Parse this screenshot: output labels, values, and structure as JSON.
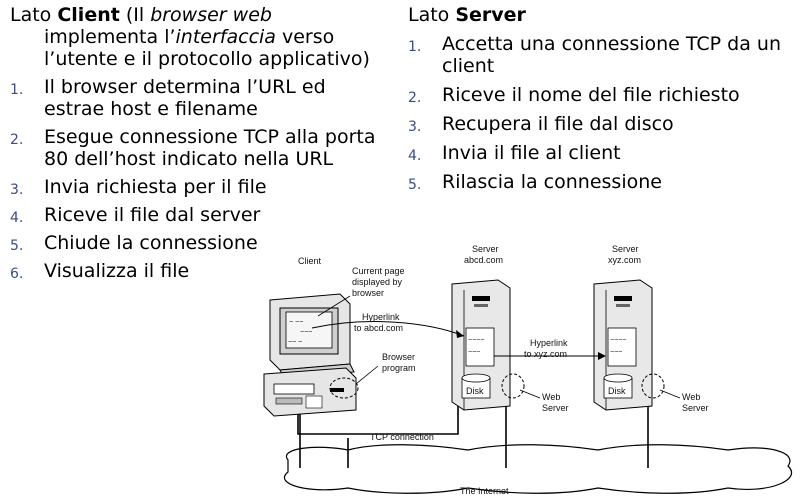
{
  "client": {
    "heading_prefix": "Lato ",
    "heading_bold": "Client",
    "heading_rest_1": " (Il ",
    "heading_italic_1": "browser web",
    "intro_1": "implementa l’",
    "intro_italic": "interfaccia",
    "intro_2": " verso",
    "intro_line_3": "l’utente e il protocollo applicativo)",
    "steps": [
      {
        "num": "1.",
        "line1": "Il browser determina l’URL ed",
        "line2": "estrae host e filename"
      },
      {
        "num": "2.",
        "line1": "Esegue connessione TCP alla porta",
        "line2": "80 dell’host indicato nella URL"
      },
      {
        "num": "3.",
        "line1": "Invia richiesta per il file",
        "line2": ""
      },
      {
        "num": "4.",
        "line1": "Riceve il file dal server",
        "line2": ""
      },
      {
        "num": "5.",
        "line1": "Chiude la connessione",
        "line2": ""
      },
      {
        "num": "6.",
        "line1": "Visualizza il file",
        "line2": ""
      }
    ]
  },
  "server": {
    "heading_prefix": "Lato ",
    "heading_bold": "Server",
    "steps": [
      {
        "num": "1.",
        "line1": "Accetta una connessione TCP da un",
        "line2": "client"
      },
      {
        "num": "2.",
        "line1": "Riceve il nome del file richiesto",
        "line2": ""
      },
      {
        "num": "3.",
        "line1": "Recupera il file dal disco",
        "line2": ""
      },
      {
        "num": "4.",
        "line1": "Invia il file al client",
        "line2": ""
      },
      {
        "num": "5.",
        "line1": "Rilascia la connessione",
        "line2": ""
      }
    ]
  },
  "figure": {
    "client_label": "Client",
    "current_page_1": "Current page",
    "current_page_2": "displayed by",
    "current_page_3": "browser",
    "hyperlink_1a": "Hyperlink",
    "hyperlink_1b": "to abcd.com",
    "browser_program_1": "Browser",
    "browser_program_2": "program",
    "server1_1": "Server",
    "server1_2": "abcd.com",
    "server2_1": "Server",
    "server2_2": "xyz.com",
    "hyperlink_2a": "Hyperlink",
    "hyperlink_2b": "to xyz.com",
    "disk_1": "Disk",
    "disk_2": "Disk",
    "web_server_1a": "Web",
    "web_server_1b": "Server",
    "web_server_2a": "Web",
    "web_server_2b": "Server",
    "tcp_connection": "TCP connection",
    "internet": "The Internet"
  }
}
